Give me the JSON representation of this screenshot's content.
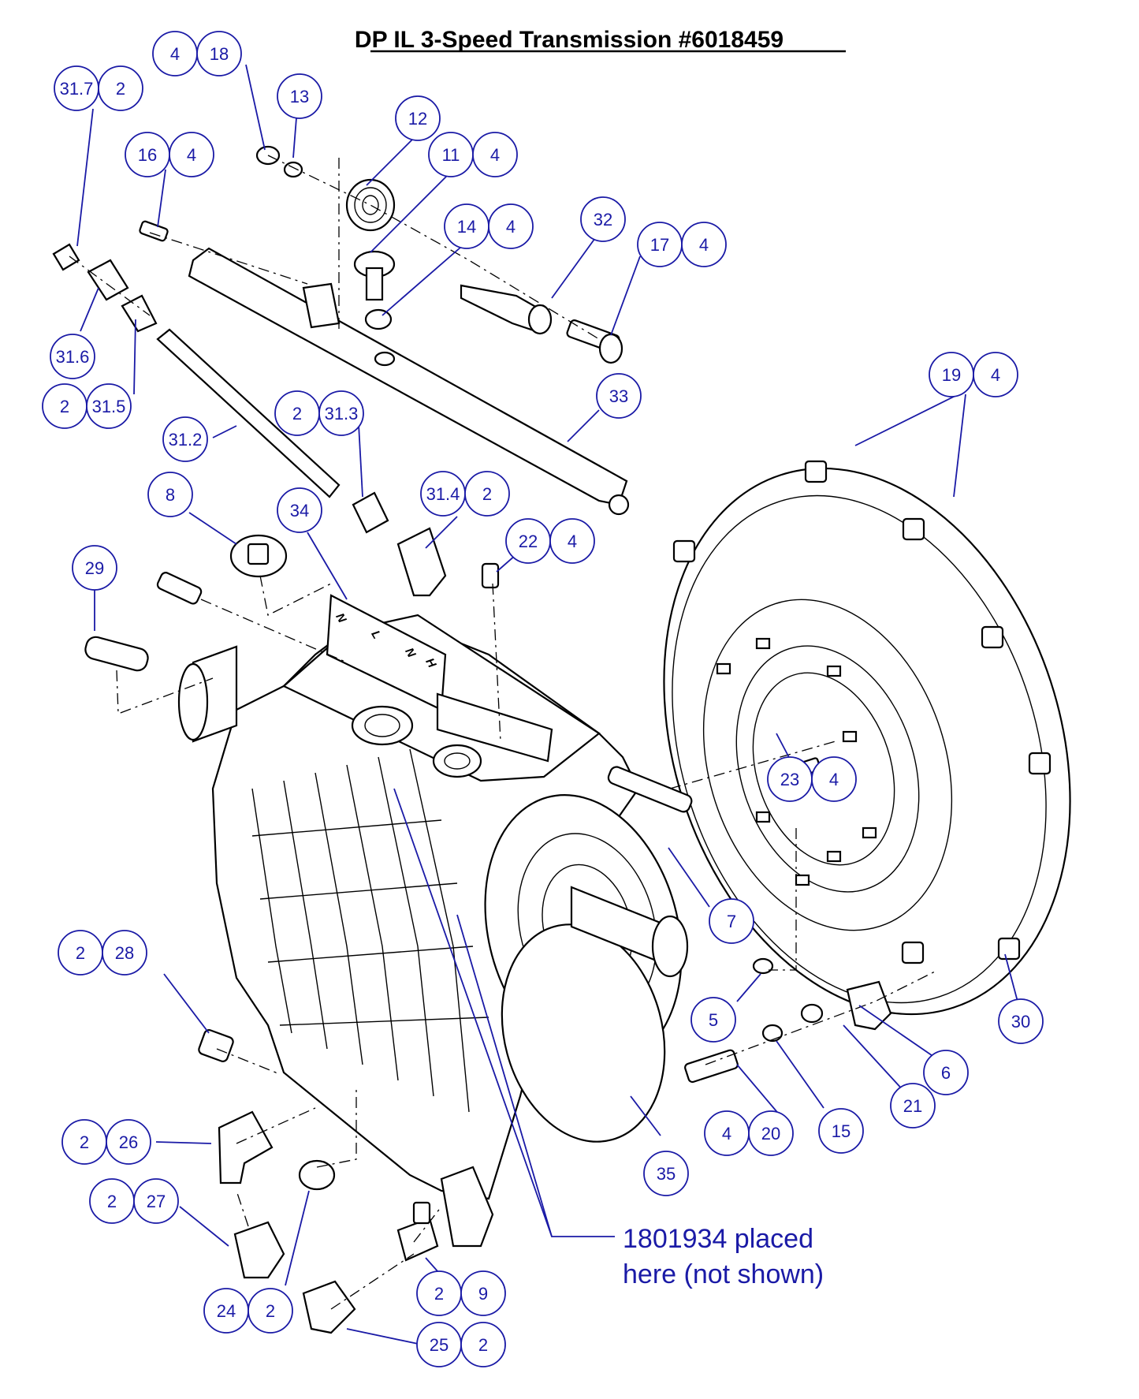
{
  "title": "DP IL 3-Speed Transmission #6018459",
  "note": {
    "line1": "1801934 placed",
    "line2": "here (not shown)"
  },
  "shift_marks": [
    "N",
    "L",
    "N",
    "H"
  ],
  "colors": {
    "callout": "#1a1aa6",
    "line": "#000000",
    "background": "#ffffff"
  },
  "callouts": [
    {
      "part": "4",
      "qty": "18"
    },
    {
      "part": "13",
      "qty": ""
    },
    {
      "part": "31.7",
      "qty": "2"
    },
    {
      "part": "12",
      "qty": ""
    },
    {
      "part": "11",
      "qty": "4"
    },
    {
      "part": "16",
      "qty": "4"
    },
    {
      "part": "14",
      "qty": "4"
    },
    {
      "part": "32",
      "qty": ""
    },
    {
      "part": "17",
      "qty": "4"
    },
    {
      "part": "31.6",
      "qty": ""
    },
    {
      "part": "19",
      "qty": "4"
    },
    {
      "part": "2",
      "qty": "31.5"
    },
    {
      "part": "33",
      "qty": ""
    },
    {
      "part": "2",
      "qty": "31.3"
    },
    {
      "part": "31.2",
      "qty": ""
    },
    {
      "part": "8",
      "qty": ""
    },
    {
      "part": "31.4",
      "qty": "2"
    },
    {
      "part": "34",
      "qty": ""
    },
    {
      "part": "22",
      "qty": "4"
    },
    {
      "part": "29",
      "qty": ""
    },
    {
      "part": "23",
      "qty": "4"
    },
    {
      "part": "7",
      "qty": ""
    },
    {
      "part": "2",
      "qty": "28"
    },
    {
      "part": "5",
      "qty": ""
    },
    {
      "part": "30",
      "qty": ""
    },
    {
      "part": "21",
      "qty": ""
    },
    {
      "part": "6",
      "qty": ""
    },
    {
      "part": "4",
      "qty": "20"
    },
    {
      "part": "15",
      "qty": ""
    },
    {
      "part": "35",
      "qty": ""
    },
    {
      "part": "2",
      "qty": "26"
    },
    {
      "part": "2",
      "qty": "27"
    },
    {
      "part": "24",
      "qty": "2"
    },
    {
      "part": "2",
      "qty": "9"
    },
    {
      "part": "25",
      "qty": "2"
    }
  ]
}
